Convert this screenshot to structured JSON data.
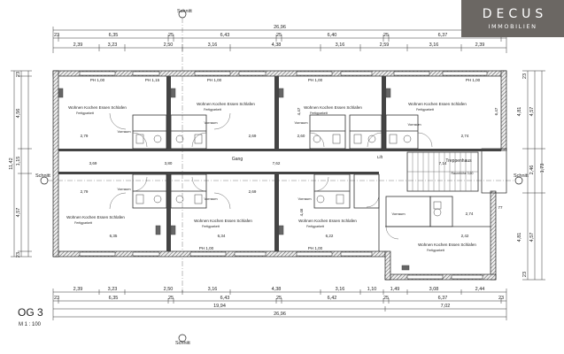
{
  "branding": {
    "name": "DECUS",
    "tagline": "IMMOBILIEN",
    "color": "#6b6763"
  },
  "plan": {
    "floor": "OG 3",
    "scale": "M 1 : 100",
    "section_marker": "Schnitt"
  },
  "dimensions": {
    "top_total": "26,96",
    "top_row1": [
      "23",
      "6,35",
      "25",
      "6,43",
      "25",
      "6,40",
      "25",
      "6,37",
      "23"
    ],
    "top_row2": [
      "2,39",
      "3,23",
      "2,50",
      "3,16",
      "4,38",
      "3,16",
      "2,59",
      "3,16",
      "2,39"
    ],
    "bottom_row1": [
      "2,39",
      "3,23",
      "2,50",
      "3,16",
      "4,38",
      "3,16",
      "1,10",
      "1,49",
      "3,08",
      "2,44"
    ],
    "bottom_row2": [
      "23",
      "6,35",
      "25",
      "6,43",
      "25",
      "6,42",
      "25",
      "6,37",
      "23"
    ],
    "bottom_row3": [
      "19,94",
      "7,02"
    ],
    "bottom_total": "26,96",
    "left": [
      "23",
      "4,56",
      "11,42",
      "1,15",
      "4,57",
      "23"
    ],
    "right": [
      "23",
      "4,81",
      "4,57",
      "2,46",
      "4,81",
      "4,57",
      "23",
      "1,73"
    ]
  },
  "rooms": [
    {
      "id": "apt-top-1",
      "name": "Wohnen Kochen Essen Schlafen",
      "sub": "Fertigparkett"
    },
    {
      "id": "apt-top-2",
      "name": "Wohnen Kochen Essen Schlafen",
      "sub": "Fertigparkett"
    },
    {
      "id": "apt-top-3",
      "name": "Wohnen Kochen Essen Schlafen",
      "sub": "Fertigparkett"
    },
    {
      "id": "apt-top-4",
      "name": "Wohnen Kochen Essen Schlafen",
      "sub": "Fertigparkett"
    },
    {
      "id": "apt-bot-1",
      "name": "Wohnen Kochen Essen Schlafen",
      "sub": "Fertigparkett"
    },
    {
      "id": "apt-bot-2",
      "name": "Wohnen Kochen Essen Schlafen",
      "sub": "Fertigparkett"
    },
    {
      "id": "apt-bot-3",
      "name": "Wohnen Kochen Essen Schlafen",
      "sub": "Fertigparkett"
    },
    {
      "id": "apt-bot-4",
      "name": "Wohnen Kochen Essen Schlafen",
      "sub": "Fertigparkett"
    },
    {
      "id": "corridor",
      "name": "Gang",
      "sub": ""
    },
    {
      "id": "stairs",
      "name": "Treppenhaus",
      "sub": "Raumhöhe 3,60"
    },
    {
      "id": "lift",
      "name": "Lift",
      "sub": ""
    },
    {
      "id": "vz-top-1",
      "name": "Vorraum",
      "sub": ""
    },
    {
      "id": "vz-top-2",
      "name": "Vorraum",
      "sub": ""
    },
    {
      "id": "vz-top-3",
      "name": "Vorraum",
      "sub": ""
    },
    {
      "id": "vz-top-4",
      "name": "Vorraum",
      "sub": ""
    },
    {
      "id": "vz-bot-1",
      "name": "Vorraum",
      "sub": ""
    },
    {
      "id": "vz-bot-2",
      "name": "Vorraum",
      "sub": ""
    },
    {
      "id": "vz-bot-3",
      "name": "Vorraum",
      "sub": ""
    },
    {
      "id": "vz-bot-4",
      "name": "Vorraum",
      "sub": ""
    }
  ],
  "labels": {
    "ph": [
      "PH 1,00",
      "PH 1,15",
      "PH 1,00",
      "PH 1,00",
      "PH 1,00",
      "PH 1,00",
      "PH 1,00"
    ],
    "dims": [
      "2,79",
      "2,69",
      "2,60",
      "2,74",
      "3,69",
      "3,80",
      "7,62",
      "7,14",
      "2,79",
      "2,69",
      "6,35",
      "6,34",
      "6,22",
      "2,42",
      "2,74",
      "6,47",
      "4,47",
      "4,46",
      "77"
    ]
  }
}
